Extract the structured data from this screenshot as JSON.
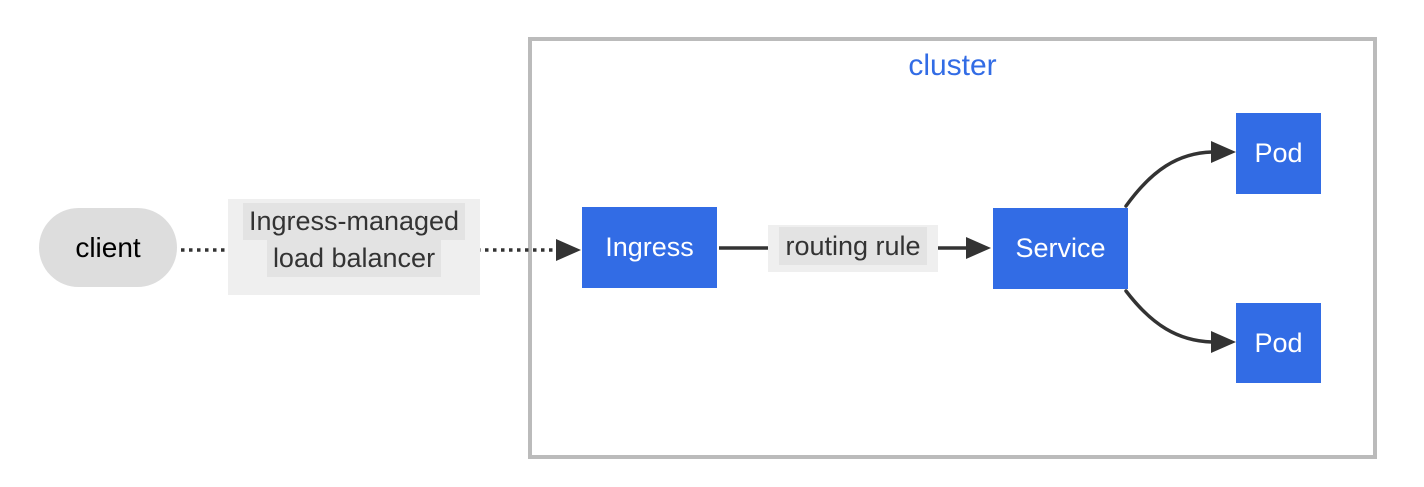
{
  "cluster": {
    "label": "cluster"
  },
  "nodes": {
    "client": {
      "label": "client",
      "shape": "stadium"
    },
    "ingress": {
      "label": "Ingress",
      "shape": "rect"
    },
    "service": {
      "label": "Service",
      "shape": "rect"
    },
    "pod_top": {
      "label": "Pod",
      "shape": "rect"
    },
    "pod_bottom": {
      "label": "Pod",
      "shape": "rect"
    }
  },
  "edges": {
    "client_to_ingress": {
      "style": "dotted",
      "label_line1": "Ingress-managed",
      "label_line2": "load balancer"
    },
    "ingress_to_service": {
      "style": "solid",
      "label": "routing rule"
    },
    "service_to_pod_top": {
      "style": "curved",
      "label": ""
    },
    "service_to_pod_bottom": {
      "style": "curved",
      "label": ""
    }
  },
  "colors": {
    "k8s_node_fill": "#326ce5",
    "k8s_node_text": "#ffffff",
    "client_fill": "#dddddd",
    "client_text": "#000000",
    "cluster_border": "#bbbbbb",
    "cluster_label_text": "#326ce5",
    "arrow_stroke": "#333333",
    "edge_label_text": "#333333",
    "edge_label_bg": "#e3e3e3",
    "edge_label_outer_bg": "#efefef"
  }
}
